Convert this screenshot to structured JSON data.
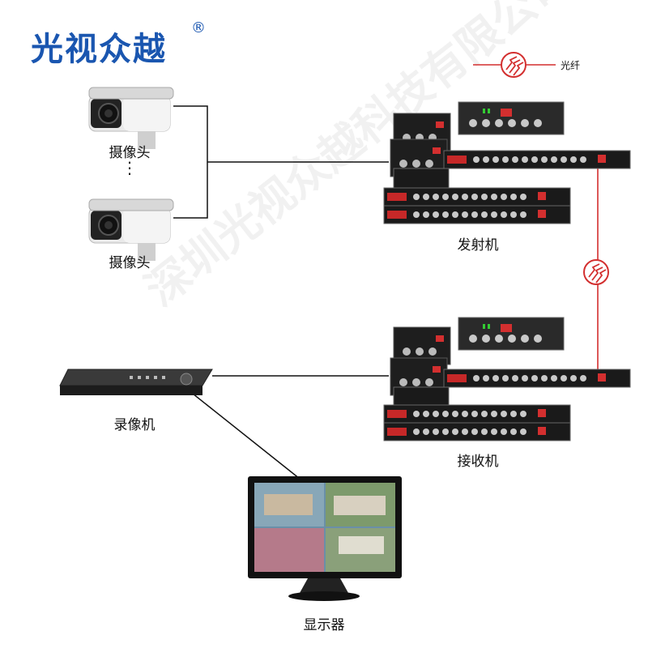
{
  "brand": {
    "name": "光视众越",
    "registered_mark": "®"
  },
  "legend": {
    "fiber_label": "光纤"
  },
  "devices": {
    "camera_top_label": "摄像头",
    "camera_bottom_label": "摄像头",
    "camera_ellipsis": "⋮",
    "transmitter_label": "发射机",
    "receiver_label": "接收机",
    "dvr_label": "录像机",
    "monitor_label": "显示器"
  },
  "watermark": "深圳光视众越科技有限公司",
  "colors": {
    "brand": "#1a56b0",
    "fiber": "#d32f2f",
    "line": "#111111"
  }
}
